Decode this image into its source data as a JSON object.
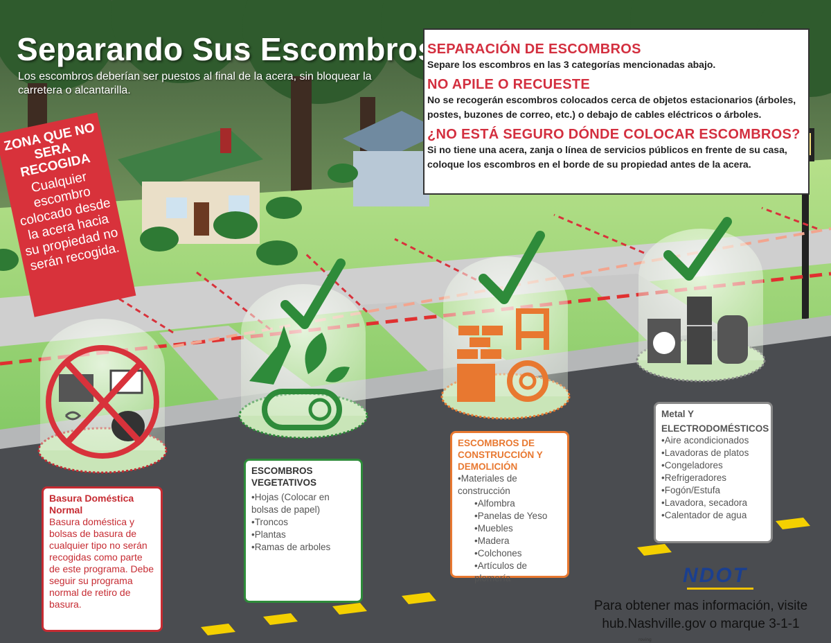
{
  "title": "Separando Sus Escombros",
  "subtitle": "Los escombros deberían ser puestos al final de la acera, sin bloquear la carretera o alcantarilla.",
  "info": {
    "h1": "SEPARACIÓN DE ESCOMBROS",
    "p1": "Separe los escombros en las 3 categorías mencionadas abajo.",
    "h2": "NO APILE O RECUESTE",
    "p2": "No se recogerán escombros colocados cerca de objetos estacionarios (árboles, postes, buzones de correo, etc.) o debajo de cables eléctricos o árboles.",
    "h3": "¿NO ESTÁ SEGURO DÓNDE COLOCAR ESCOMBROS?",
    "p3": "Si no tiene una acera, zanja o línea de servicios públicos en frente de su casa, coloque los escombros en el borde de su propiedad antes de la acera."
  },
  "zone": {
    "title": "ZONA QUE NO SERA RECOGIDA",
    "body": "Cualquier escombro colocado desde la acera hacia su propiedad no serán recogida."
  },
  "cards": {
    "basura": {
      "title": "Basura Doméstica Normal",
      "body": "Basura doméstica y bolsas de basura de cualquier tipo no serán recogidas como parte de este programa.  Debe seguir su programa normal de retiro de basura."
    },
    "veg": {
      "title": "ESCOMBROS VEGETATIVOS",
      "items": [
        "Hojas  (Colocar en bolsas de papel)",
        "Troncos",
        "Plantas",
        "Ramas de arboles"
      ]
    },
    "cons": {
      "title": "ESCOMBROS DE CONSTRUCCIÓN Y DEMOLICIÓN",
      "items": [
        "Materiales de construcción",
        "Alfombra",
        "Panelas de Yeso",
        "Muebles",
        "Madera",
        "Colchones",
        "Artículos de plomería"
      ]
    },
    "metal": {
      "title1": "Metal Y",
      "title2": "ELECTRODOMÉSTICOS",
      "items": [
        "Aire acondicionados",
        "Lavadoras de platos",
        "Congeladores",
        "Refrigeradores",
        "Fogón/Estufa",
        "Lavadora, secadora",
        "Calentador de agua"
      ]
    }
  },
  "brand": "NDOT",
  "footer": {
    "line1": "Para obtener mas información, visite",
    "line2": "hub.Nashville.gov o marque 3-1-1"
  },
  "tiny": "roving",
  "colors": {
    "red": "#d32f3f",
    "green": "#2e8b3a",
    "orange": "#e87830",
    "navy": "#1b3f8f",
    "yellow": "#f4c300"
  }
}
